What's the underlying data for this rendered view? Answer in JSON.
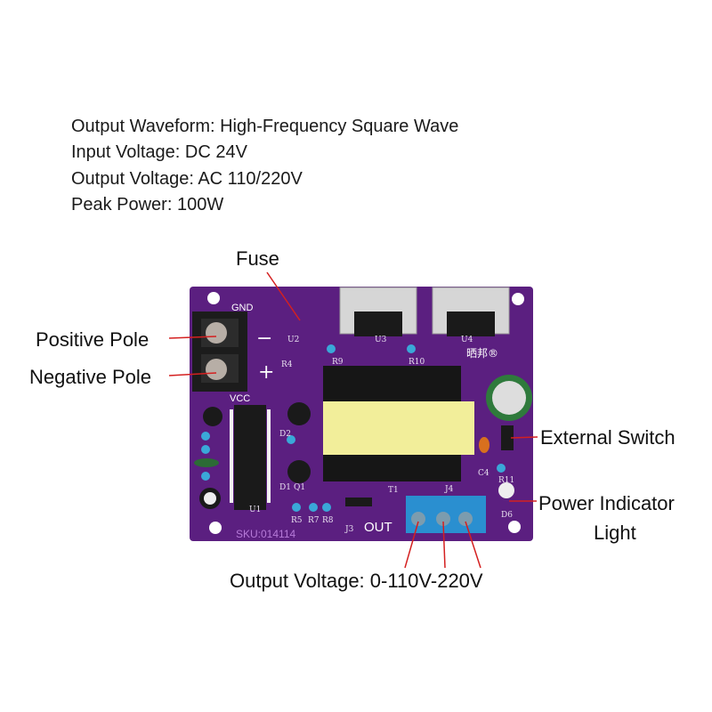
{
  "specs": [
    "Output Waveform: High-Frequency Square Wave",
    "Input Voltage: DC 24V",
    "Output Voltage: AC 110/220V",
    "Peak Power: 100W"
  ],
  "callouts": {
    "fuse": "Fuse",
    "positive_pole": "Positive Pole",
    "negative_pole": "Negative Pole",
    "external_switch": "External Switch",
    "power_indicator_1": "Power Indicator",
    "power_indicator_2": "Light",
    "output_voltage": "Output Voltage: 0-110V-220V"
  },
  "board": {
    "gnd": "GND",
    "vcc": "VCC",
    "minus": "−",
    "plus": "+",
    "sku": "SKU:014114",
    "out": "OUT",
    "brand": "晒邦®",
    "refs": [
      "U2",
      "R4",
      "U3",
      "U4",
      "R9",
      "R10",
      "D2",
      "D1",
      "Q1",
      "U1",
      "R5",
      "R7",
      "R8",
      "J3",
      "T1",
      "J4",
      "C4",
      "D6",
      "R11"
    ]
  },
  "colors": {
    "board": "#5b1f80",
    "callout_line": "#d42020",
    "terminal_blue": "#2a8fd0",
    "transformer": "#f2ee9a"
  }
}
